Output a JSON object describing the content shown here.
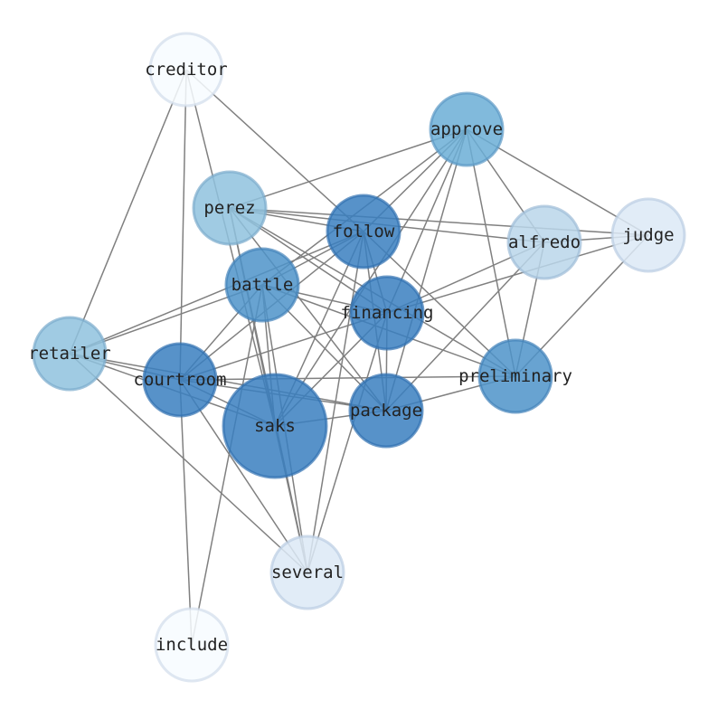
{
  "graph": {
    "nodes": [
      {
        "id": "creditor",
        "label": "creditor",
        "color": "#f7fbff"
      },
      {
        "id": "approve",
        "label": "approve",
        "color": "#6baed6"
      },
      {
        "id": "perez",
        "label": "perez",
        "color": "#8fc2de"
      },
      {
        "id": "follow",
        "label": "follow",
        "color": "#3a7fbf"
      },
      {
        "id": "alfredo",
        "label": "alfredo",
        "color": "#bad6ea"
      },
      {
        "id": "judge",
        "label": "judge",
        "color": "#dce9f6"
      },
      {
        "id": "battle",
        "label": "battle",
        "color": "#4d93c9"
      },
      {
        "id": "financing",
        "label": "financing",
        "color": "#3a7fbf"
      },
      {
        "id": "retailer",
        "label": "retailer",
        "color": "#8fc2de"
      },
      {
        "id": "courtroom",
        "label": "courtroom",
        "color": "#3a7fbf"
      },
      {
        "id": "preliminary",
        "label": "preliminary",
        "color": "#4d93c9"
      },
      {
        "id": "saks",
        "label": "saks",
        "color": "#3a7fbf"
      },
      {
        "id": "package",
        "label": "package",
        "color": "#3a7fbf"
      },
      {
        "id": "several",
        "label": "several",
        "color": "#dce9f6"
      },
      {
        "id": "include",
        "label": "include",
        "color": "#f7fbff"
      }
    ],
    "edges": [
      [
        "creditor",
        "retailer"
      ],
      [
        "creditor",
        "courtroom"
      ],
      [
        "creditor",
        "follow"
      ],
      [
        "creditor",
        "saks"
      ],
      [
        "approve",
        "perez"
      ],
      [
        "approve",
        "follow"
      ],
      [
        "approve",
        "battle"
      ],
      [
        "approve",
        "financing"
      ],
      [
        "approve",
        "package"
      ],
      [
        "approve",
        "saks"
      ],
      [
        "approve",
        "preliminary"
      ],
      [
        "approve",
        "alfredo"
      ],
      [
        "approve",
        "judge"
      ],
      [
        "perez",
        "follow"
      ],
      [
        "perez",
        "judge"
      ],
      [
        "perez",
        "alfredo"
      ],
      [
        "perez",
        "preliminary"
      ],
      [
        "perez",
        "package"
      ],
      [
        "perez",
        "financing"
      ],
      [
        "perez",
        "saks"
      ],
      [
        "perez",
        "several"
      ],
      [
        "follow",
        "battle"
      ],
      [
        "follow",
        "courtroom"
      ],
      [
        "follow",
        "retailer"
      ],
      [
        "follow",
        "saks"
      ],
      [
        "follow",
        "financing"
      ],
      [
        "follow",
        "package"
      ],
      [
        "follow",
        "preliminary"
      ],
      [
        "follow",
        "several"
      ],
      [
        "alfredo",
        "financing"
      ],
      [
        "alfredo",
        "package"
      ],
      [
        "alfredo",
        "preliminary"
      ],
      [
        "alfredo",
        "judge"
      ],
      [
        "judge",
        "financing"
      ],
      [
        "judge",
        "preliminary"
      ],
      [
        "battle",
        "retailer"
      ],
      [
        "battle",
        "courtroom"
      ],
      [
        "battle",
        "saks"
      ],
      [
        "battle",
        "several"
      ],
      [
        "battle",
        "package"
      ],
      [
        "battle",
        "financing"
      ],
      [
        "battle",
        "preliminary"
      ],
      [
        "battle",
        "include"
      ],
      [
        "financing",
        "courtroom"
      ],
      [
        "financing",
        "saks"
      ],
      [
        "financing",
        "package"
      ],
      [
        "financing",
        "several"
      ],
      [
        "retailer",
        "courtroom"
      ],
      [
        "retailer",
        "package"
      ],
      [
        "retailer",
        "saks"
      ],
      [
        "retailer",
        "several"
      ],
      [
        "courtroom",
        "saks"
      ],
      [
        "courtroom",
        "package"
      ],
      [
        "courtroom",
        "several"
      ],
      [
        "courtroom",
        "preliminary"
      ],
      [
        "courtroom",
        "include"
      ],
      [
        "saks",
        "package"
      ],
      [
        "saks",
        "several"
      ],
      [
        "package",
        "preliminary"
      ]
    ],
    "edge_color": "#808080"
  }
}
